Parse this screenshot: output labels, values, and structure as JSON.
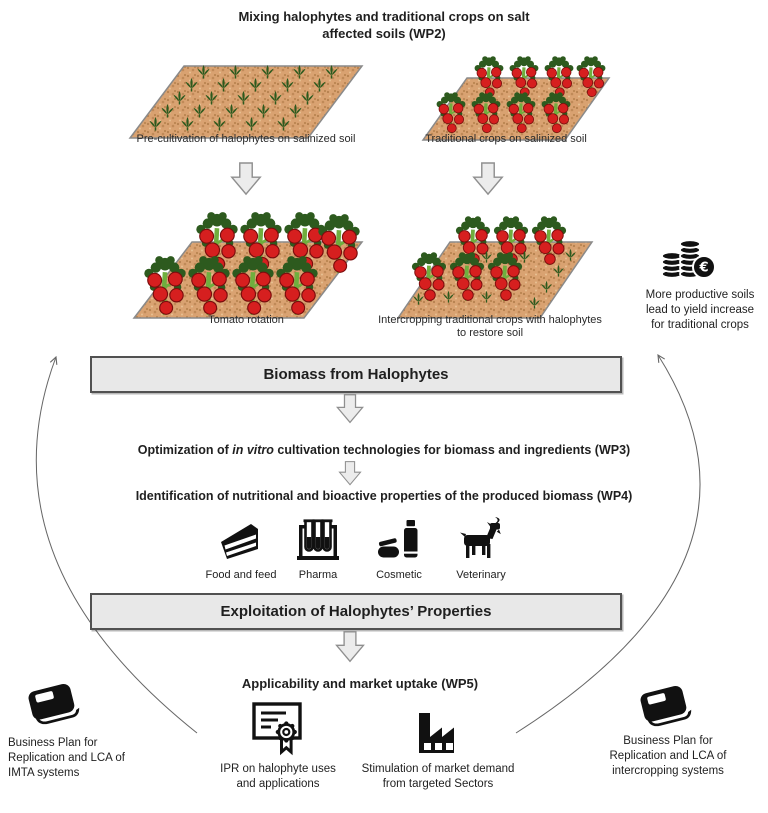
{
  "title": {
    "line1": "Mixing halophytes and traditional crops on salt",
    "line2": "affected soils (WP2)"
  },
  "fields": {
    "pre_cultivation": {
      "label": "Pre-cultivation of halophytes on salinized soil"
    },
    "traditional": {
      "label": "Traditional crops on salinized soil"
    },
    "tomato_rotation": {
      "label": "Tomato rotation"
    },
    "intercropping": {
      "label_line1": "Intercropping traditional crops with halophytes",
      "label_line2": "to restore soil"
    }
  },
  "yield_note": {
    "icon": "euro-coins-icon",
    "lines": [
      "More productive soils",
      "lead to yield increase",
      "for traditional crops"
    ]
  },
  "flow": {
    "biomass_bar_label": "Biomass from Halophytes",
    "wp3": {
      "pre": "Optimization of ",
      "italic": "in vitro",
      "post": " cultivation technologies for biomass and ingredients (WP3)"
    },
    "wp4_label": "Identification of nutritional and bioactive properties of the produced biomass (WP4)",
    "exploitation_bar_label": "Exploitation of Halophytes’ Properties",
    "wp5_label": "Applicability and market uptake (WP5)"
  },
  "sectors": [
    {
      "icon": "food-icon",
      "label": "Food and feed"
    },
    {
      "icon": "pharma-icon",
      "label": "Pharma"
    },
    {
      "icon": "cosmetic-icon",
      "label": "Cosmetic"
    },
    {
      "icon": "veterinary-icon",
      "label": "Veterinary"
    }
  ],
  "outputs": {
    "ipr": {
      "icon": "certificate-icon",
      "line1": "IPR on halophyte uses",
      "line2": "and applications"
    },
    "market": {
      "icon": "factory-icon",
      "line1": "Stimulation of market demand",
      "line2": "from targeted Sectors"
    }
  },
  "business_plans": {
    "left": {
      "icon": "book-icon",
      "line1": "Business Plan for",
      "line2": "Replication and LCA of",
      "line3": "IMTA systems"
    },
    "right": {
      "icon": "book-icon",
      "line1": "Business Plan for",
      "line2": "Replication and LCA of",
      "line3": "intercropping systems"
    }
  },
  "colors": {
    "bar_fill": "#e8e8e8",
    "bar_border": "#515151",
    "arrow_fill": "#ececec",
    "arrow_border": "#8f8f8f",
    "soil": "#d9a271",
    "soil_speckle": "#b5814f",
    "leaf_green": "#2d5a1e",
    "stem_green": "#6fae3e",
    "tomato_red": "#d61f1f",
    "icon_black": "#111111",
    "arc_stroke": "#666666"
  }
}
